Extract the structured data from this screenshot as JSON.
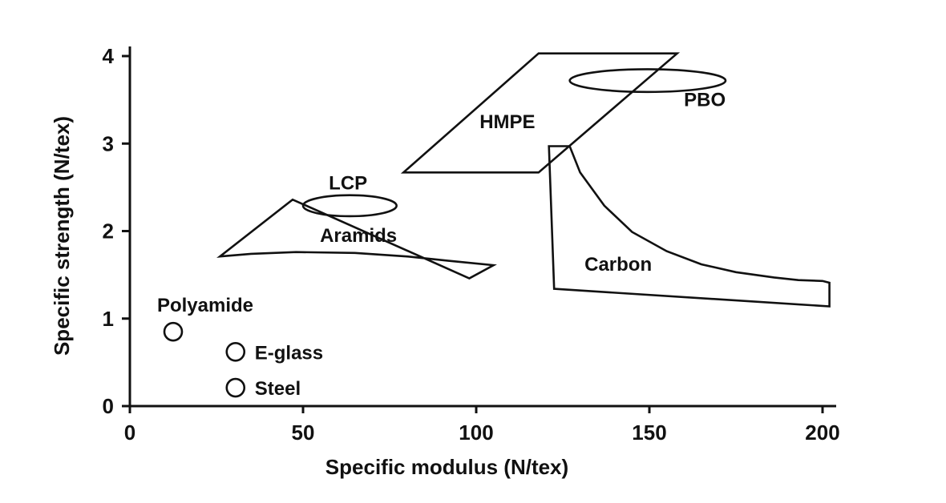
{
  "chart_data": {
    "type": "scatter",
    "title": "",
    "xlabel": "Specific modulus (N/tex)",
    "ylabel": "Specific strength (N/tex)",
    "xlim": [
      0,
      205
    ],
    "ylim": [
      0,
      4.1
    ],
    "x_ticks": [
      0,
      50,
      100,
      150,
      200
    ],
    "y_ticks": [
      0,
      1,
      2,
      3,
      4
    ],
    "x_tick_labels": [
      "0",
      "50",
      "100",
      "150",
      "200"
    ],
    "y_tick_labels": [
      "0",
      "1",
      "2",
      "3",
      "4"
    ],
    "grid": false,
    "legend": "none",
    "points": [
      {
        "name": "Polyamide",
        "x": 12.5,
        "y": 0.85
      },
      {
        "name": "E-glass",
        "x": 30.5,
        "y": 0.62
      },
      {
        "name": "Steel",
        "x": 30.5,
        "y": 0.21
      }
    ],
    "regions": [
      {
        "name": "HMPE",
        "shape": "polygon",
        "points": [
          [
            79,
            2.67
          ],
          [
            118,
            2.67
          ],
          [
            158,
            4.03
          ],
          [
            118,
            4.03
          ]
        ],
        "label_at": [
          109,
          3.25
        ]
      },
      {
        "name": "PBO",
        "shape": "ellipse",
        "center": [
          149.5,
          3.72
        ],
        "radius": [
          22.5,
          0.13
        ],
        "label_at": [
          166,
          3.5
        ]
      },
      {
        "name": "LCP",
        "shape": "ellipse",
        "center": [
          63.5,
          2.29
        ],
        "radius": [
          13.5,
          0.12
        ],
        "label_at": [
          63,
          2.55
        ]
      },
      {
        "name": "Aramids",
        "shape": "polygon",
        "points": [
          [
            26,
            1.71
          ],
          [
            35,
            1.74
          ],
          [
            48,
            1.76
          ],
          [
            65,
            1.75
          ],
          [
            80,
            1.71
          ],
          [
            92,
            1.66
          ],
          [
            105,
            1.61
          ],
          [
            98,
            1.46
          ],
          [
            47,
            2.36
          ]
        ],
        "label_at": [
          66,
          1.95
        ]
      },
      {
        "name": "Carbon",
        "shape": "polygon",
        "points": [
          [
            122.5,
            1.34
          ],
          [
            202,
            1.14
          ],
          [
            202,
            1.41
          ],
          [
            200,
            1.43
          ],
          [
            193,
            1.44
          ],
          [
            186,
            1.47
          ],
          [
            175,
            1.53
          ],
          [
            165,
            1.62
          ],
          [
            155,
            1.77
          ],
          [
            145,
            1.99
          ],
          [
            137,
            2.29
          ],
          [
            130,
            2.67
          ],
          [
            127,
            2.97
          ],
          [
            121,
            2.97
          ]
        ],
        "label_at": [
          141,
          1.62
        ]
      }
    ]
  }
}
